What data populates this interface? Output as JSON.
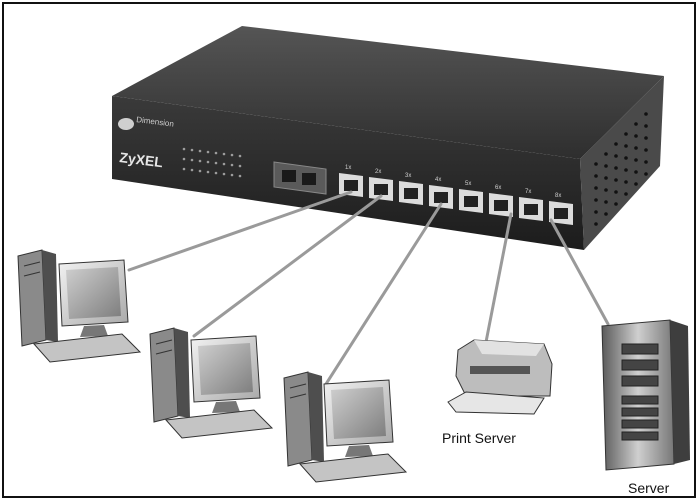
{
  "switch": {
    "brand": "ZyXEL",
    "logo_text": "Dimension",
    "port_labels": [
      "1x",
      "2x",
      "3x",
      "4x",
      "5x",
      "6x",
      "7x",
      "8x"
    ]
  },
  "devices": [
    {
      "id": "pc1",
      "kind": "desktop-computer",
      "label": ""
    },
    {
      "id": "pc2",
      "kind": "desktop-computer",
      "label": ""
    },
    {
      "id": "pc3",
      "kind": "desktop-computer",
      "label": ""
    },
    {
      "id": "printer",
      "kind": "printer",
      "label": "Print Server"
    },
    {
      "id": "server",
      "kind": "tower-server",
      "label": "Server"
    }
  ],
  "colors": {
    "switch_body": "#2c2c2c",
    "switch_top": "#3a3a3a",
    "port": "#dcdcdc",
    "cable": "#9a9a9a",
    "device_light": "#d9d9d9",
    "device_dark": "#6b6b6b"
  }
}
